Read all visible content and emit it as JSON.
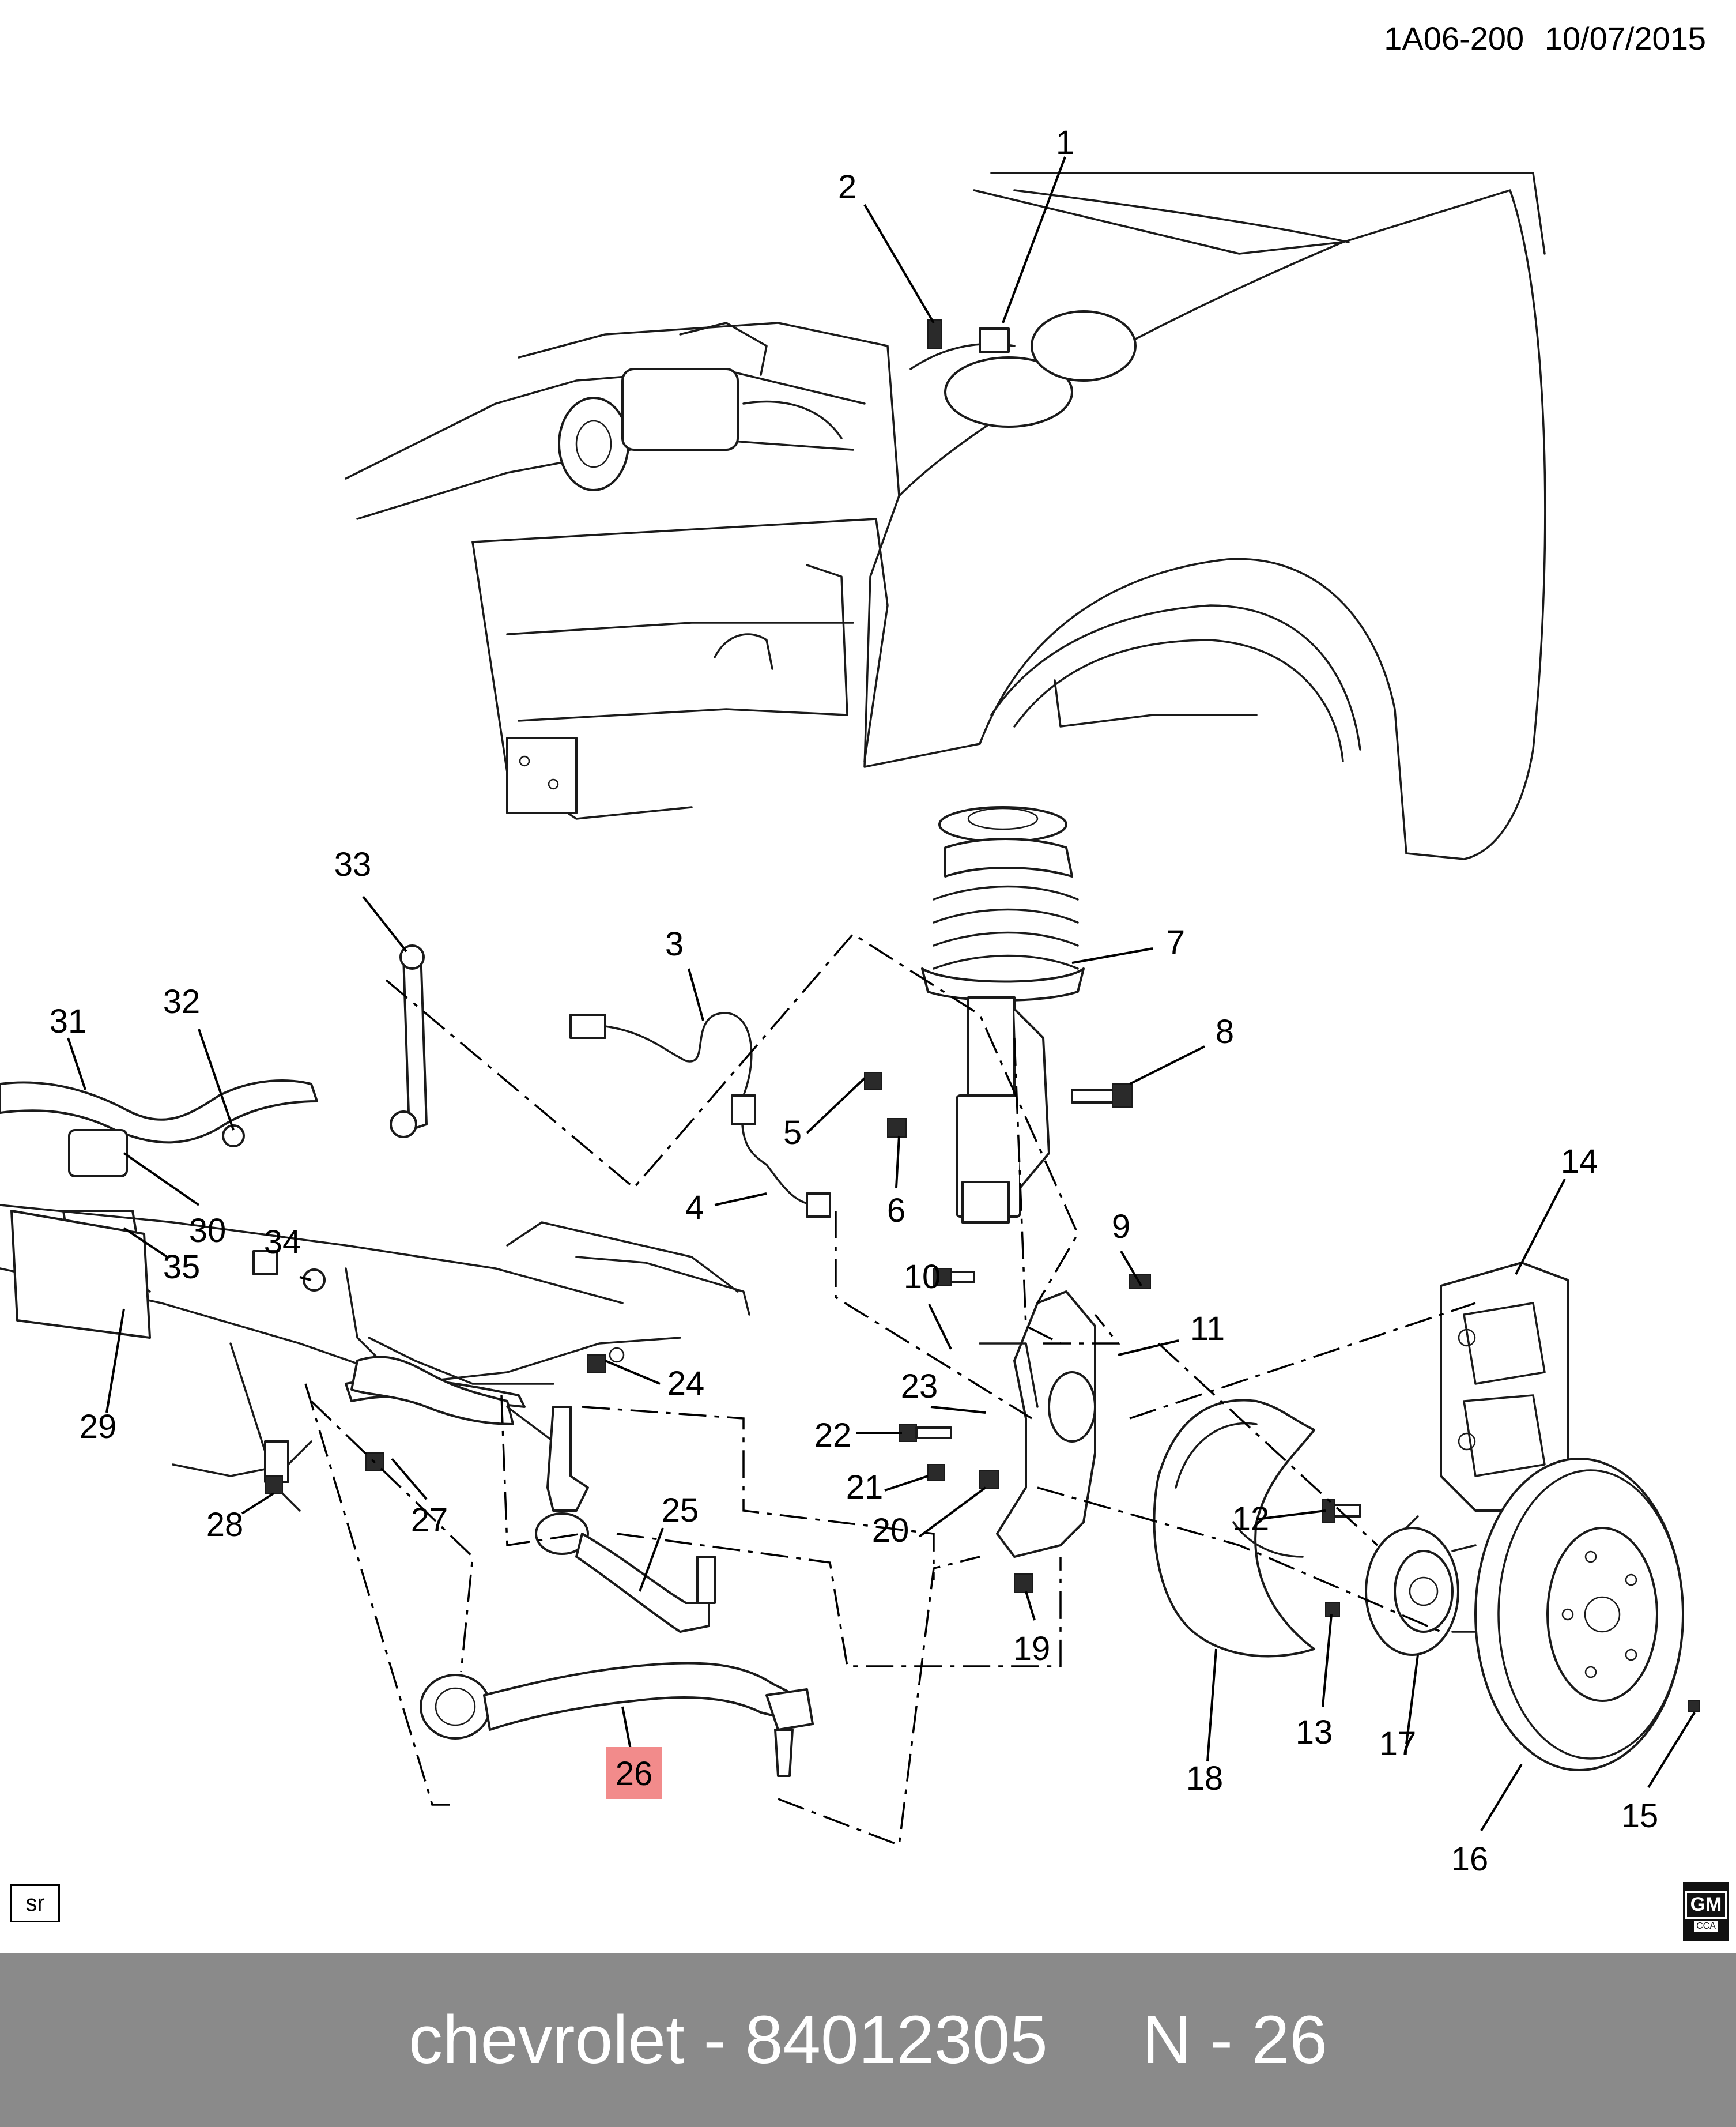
{
  "diagram": {
    "id_label": "1A06-200",
    "date": "10/07/2015",
    "corner_badge": "sr",
    "logo": {
      "mark": "GM",
      "sub": "CCA"
    },
    "highlight_color": "#f28b8b",
    "caption_bar_color": "#8a8a8a",
    "highlighted_callout": "26",
    "callouts": [
      {
        "number": "1",
        "highlighted": false
      },
      {
        "number": "2",
        "highlighted": false
      },
      {
        "number": "3",
        "highlighted": false
      },
      {
        "number": "4",
        "highlighted": false
      },
      {
        "number": "5",
        "highlighted": false
      },
      {
        "number": "6",
        "highlighted": false
      },
      {
        "number": "7",
        "highlighted": false
      },
      {
        "number": "8",
        "highlighted": false
      },
      {
        "number": "9",
        "highlighted": false
      },
      {
        "number": "10",
        "highlighted": false
      },
      {
        "number": "11",
        "highlighted": false
      },
      {
        "number": "12",
        "highlighted": false
      },
      {
        "number": "13",
        "highlighted": false
      },
      {
        "number": "14",
        "highlighted": false
      },
      {
        "number": "15",
        "highlighted": false
      },
      {
        "number": "16",
        "highlighted": false
      },
      {
        "number": "17",
        "highlighted": false
      },
      {
        "number": "18",
        "highlighted": false
      },
      {
        "number": "19",
        "highlighted": false
      },
      {
        "number": "20",
        "highlighted": false
      },
      {
        "number": "21",
        "highlighted": false
      },
      {
        "number": "22",
        "highlighted": false
      },
      {
        "number": "23",
        "highlighted": false
      },
      {
        "number": "24",
        "highlighted": false
      },
      {
        "number": "25",
        "highlighted": false
      },
      {
        "number": "26",
        "highlighted": true
      },
      {
        "number": "27",
        "highlighted": false
      },
      {
        "number": "28",
        "highlighted": false
      },
      {
        "number": "29",
        "highlighted": false
      },
      {
        "number": "30",
        "highlighted": false
      },
      {
        "number": "31",
        "highlighted": false
      },
      {
        "number": "32",
        "highlighted": false
      },
      {
        "number": "33",
        "highlighted": false
      },
      {
        "number": "34",
        "highlighted": false
      },
      {
        "number": "35",
        "highlighted": false
      }
    ]
  },
  "caption": {
    "brand": "chevrolet",
    "separator": "-",
    "part_number": "84012305",
    "ref_prefix": "N",
    "ref_number": "26",
    "text": "chevrolet - 84012305     N - 26"
  }
}
